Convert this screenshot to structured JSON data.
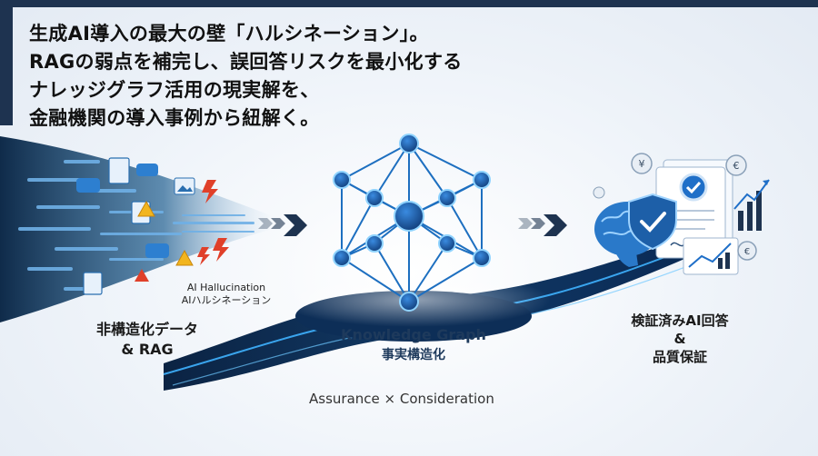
{
  "headline": {
    "lines": [
      "生成AI導入の最大の壁「ハルシネーション」。",
      "RAGの弱点を補完し、誤回答リスクを最小化する",
      "ナレッジグラフ活用の現実解を、",
      "金融機関の導入事例から紐解く。"
    ]
  },
  "left": {
    "hallucination_en": "AI Hallucination",
    "hallucination_ja": "AIハルシネーション",
    "label_line1": "非構造化データ",
    "label_line2": "& RAG"
  },
  "center": {
    "title": "Knowledge Graph",
    "subtitle": "事実構造化"
  },
  "right": {
    "line1": "検証済みAI回答",
    "line2": "&",
    "line3": "品質保証",
    "symbols": {
      "yen": "¥",
      "euro": "€",
      "euro2": "€"
    }
  },
  "footer": {
    "note": "Assurance × Consideration"
  },
  "colors": {
    "navy": "#1e3350",
    "accent_blue": "#1f8fd6",
    "node_blue": "#1c5fa8",
    "warning_red": "#e0402a",
    "warning_yellow": "#f2b51e"
  }
}
